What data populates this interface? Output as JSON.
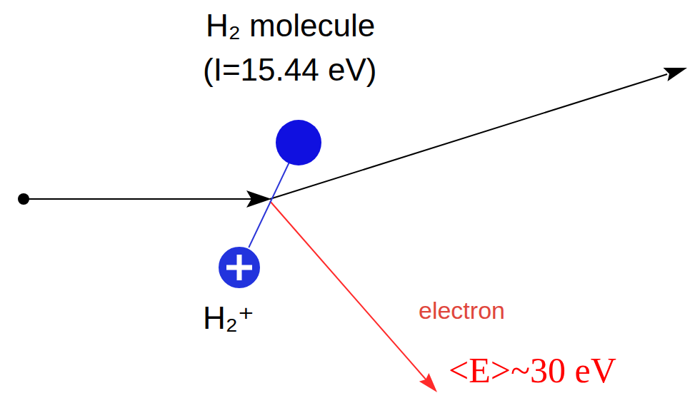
{
  "diagram": {
    "labels": [
      "H₂ molecule",
      "(I=15.44 eV)",
      "H₂⁺",
      "electron",
      "<E>~30 eV"
    ]
  }
}
